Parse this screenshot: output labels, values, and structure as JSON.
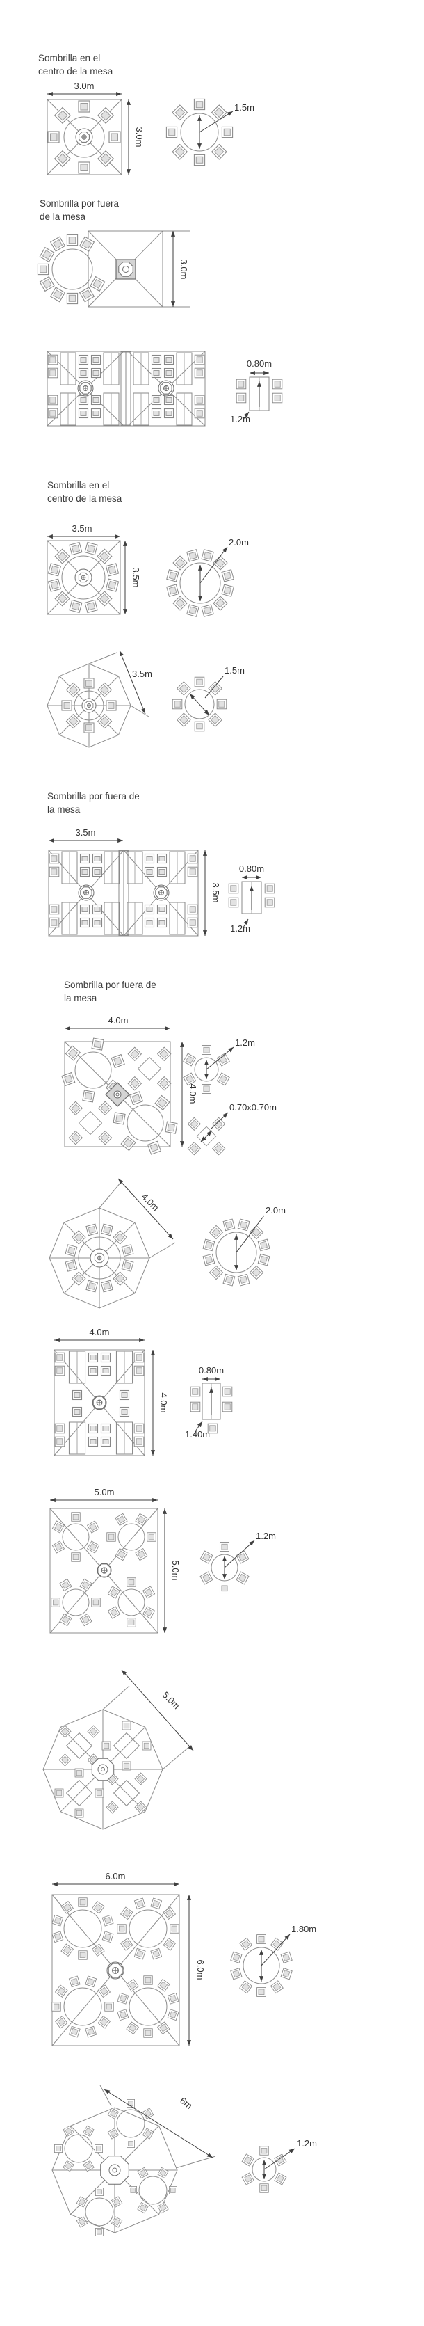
{
  "headings": {
    "h1": {
      "line1": "Sombrilla en el",
      "line2": "centro de la mesa"
    },
    "h2": {
      "line1": "Sombrilla por fuera",
      "line2": "de la mesa"
    },
    "h3": {
      "line1": "Sombrilla en el",
      "line2": "centro de la mesa"
    },
    "h4": {
      "line1": "Sombrilla por fuera de",
      "line2": "la mesa"
    },
    "h5": {
      "line1": "Sombrilla por fuera de",
      "line2": "la mesa"
    }
  },
  "labels": {
    "f1": {
      "width": "3.0m",
      "height": "3.0m",
      "table": "1.5m"
    },
    "f2": {
      "height": "3.0m"
    },
    "f3": {
      "table_width": "0.80m",
      "table_length": "1.2m"
    },
    "f4": {
      "width": "3.5m",
      "height": "3.5m",
      "table": "2.0m"
    },
    "f5": {
      "diagonal": "3.5m",
      "table": "1.5m"
    },
    "f6": {
      "width": "3.5m",
      "height": "3.5m",
      "table_width": "0.80m",
      "table_length": "1.2m"
    },
    "f7": {
      "width": "4.0m",
      "height": "4.0m",
      "round_table": "1.2m",
      "square_table": "0.70x0.70m"
    },
    "f8": {
      "diagonal": "4.0m",
      "table": "2.0m"
    },
    "f9": {
      "width": "4.0m",
      "height": "4.0m",
      "table_width": "0.80m",
      "table_length": "1.40m"
    },
    "f10": {
      "width": "5.0m",
      "height": "5.0m",
      "table": "1.2m"
    },
    "f11": {
      "diagonal": "5.0m"
    },
    "f12": {
      "width": "6.0m",
      "height": "6.0m",
      "table": "1.80m"
    },
    "f13": {
      "diagonal": "6m",
      "table": "1.2m"
    }
  },
  "colors": {
    "line": "#8c8c8c",
    "dimension": "#3f3f3f",
    "text": "#333333",
    "shade": "#d4d4d4",
    "background": "#ffffff"
  }
}
